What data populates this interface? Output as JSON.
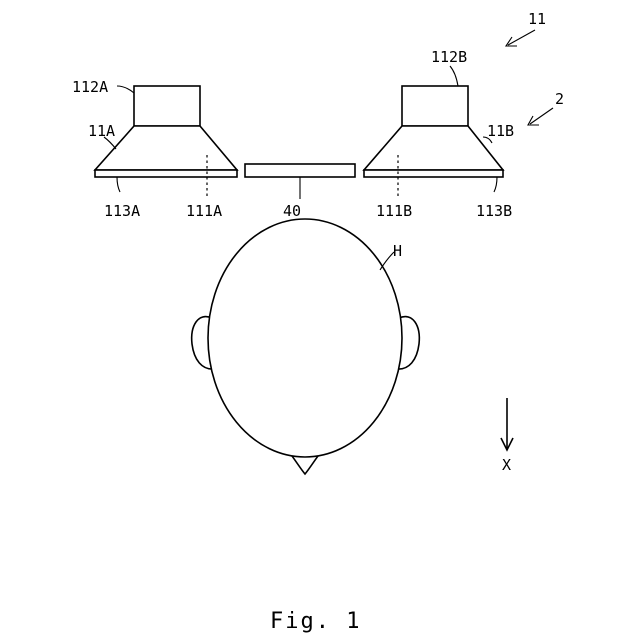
{
  "labels": {
    "system": "11",
    "device": "2",
    "speaker_left": "11A",
    "speaker_right": "11B",
    "driver_left": "112A",
    "driver_right": "112B",
    "baffle_left": "113A",
    "baffle_right": "113B",
    "axis_left": "111A",
    "axis_right": "111B",
    "center_unit": "40",
    "head": "H",
    "direction": "X"
  },
  "caption": "Fig. 1"
}
